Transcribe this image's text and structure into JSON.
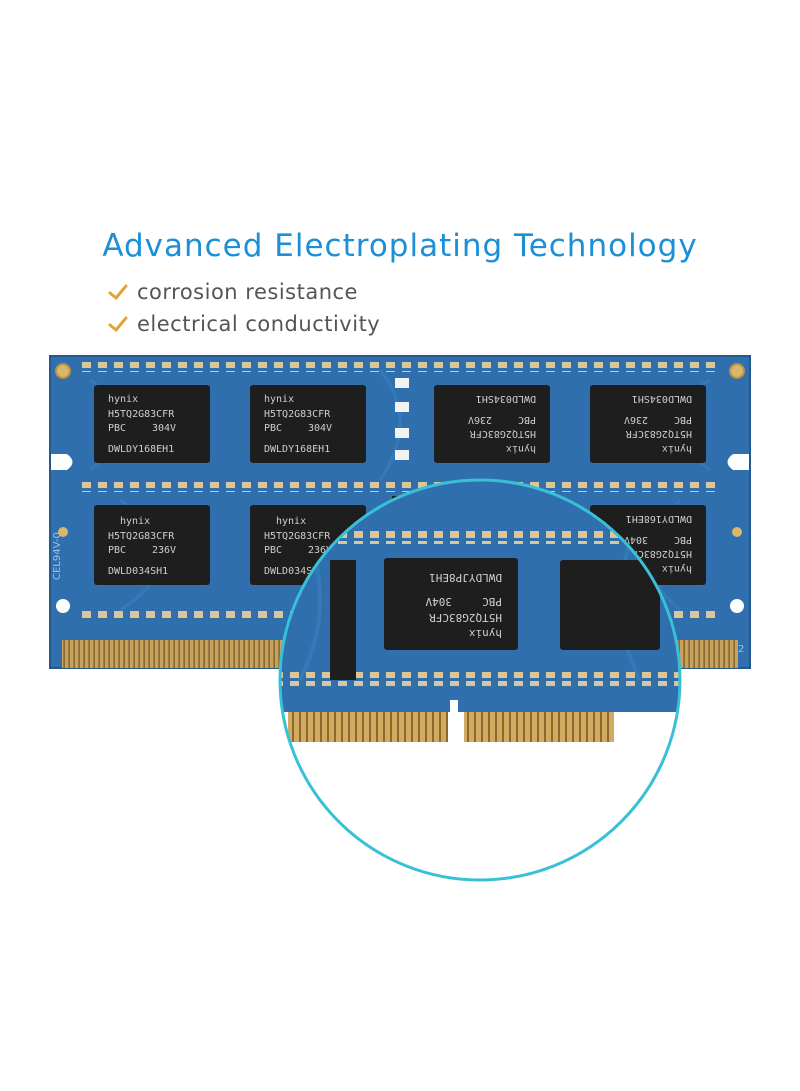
{
  "headline": "Advanced Electroplating Technology",
  "features": [
    {
      "icon": "checkmark-icon",
      "text": "corrosion resistance"
    },
    {
      "icon": "checkmark-icon",
      "text": "electrical conductivity"
    }
  ],
  "colors": {
    "headline": "#1d8fd6",
    "check": "#e0a43a",
    "pcb": "#2f6fae",
    "chip": "#1e1e1e",
    "gold": "#c8a25a",
    "magnifier": "#38c0d6"
  },
  "board": {
    "edge_label": "CEL94V-0",
    "corner_mark": "2"
  },
  "chips": {
    "brand": "hynix",
    "part": "H5TQ2G83CFR",
    "pkg": "PBC",
    "codes": [
      "304V",
      "236V"
    ],
    "lots": [
      "DWLDY168EH1",
      "DWLD034SH1"
    ]
  },
  "zoom_chip": {
    "lot": "DWLDYJP8EH1",
    "pkg": "PBC",
    "code": "304V",
    "part": "H5TQ2G83CFR",
    "brand": "hynix"
  }
}
